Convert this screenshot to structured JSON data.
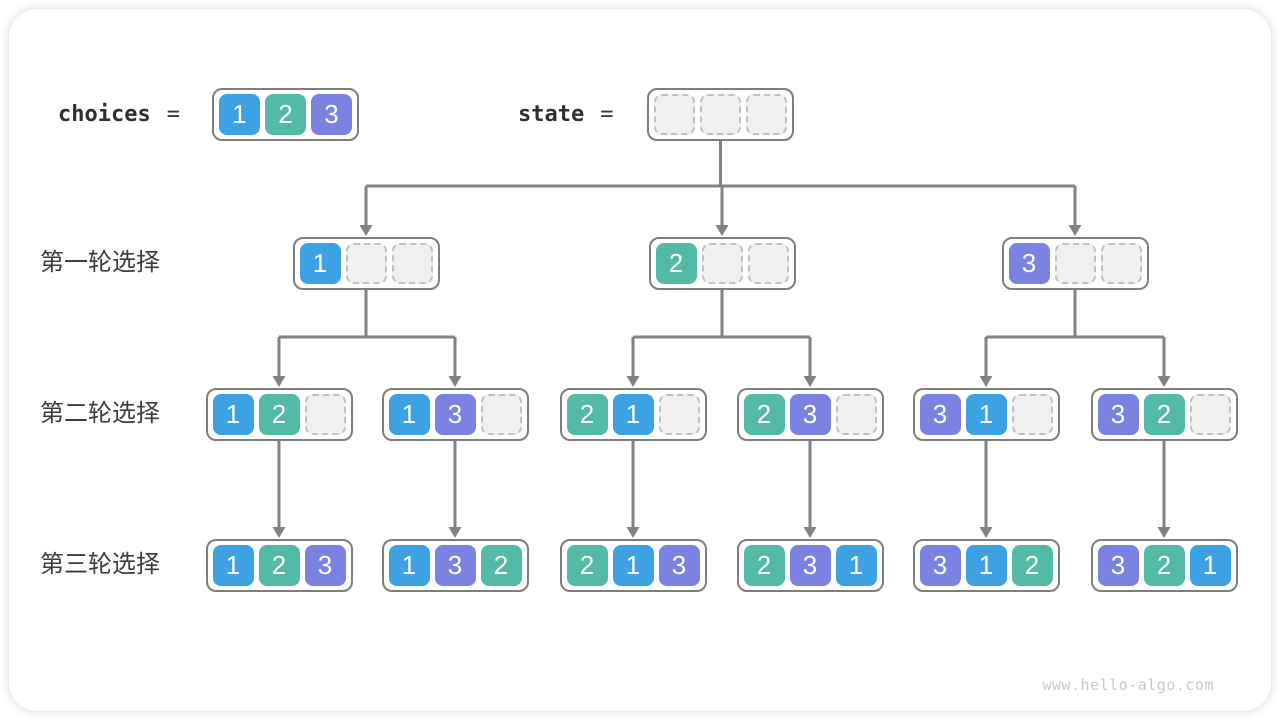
{
  "header": {
    "choices_label": "choices",
    "equals": "=",
    "choices_values": [
      1,
      2,
      3
    ],
    "state_label": "state",
    "state_values": [
      null,
      null,
      null
    ]
  },
  "rows": [
    {
      "label": "第一轮选择",
      "nodes": [
        [
          1,
          null,
          null
        ],
        [
          2,
          null,
          null
        ],
        [
          3,
          null,
          null
        ]
      ]
    },
    {
      "label": "第二轮选择",
      "nodes": [
        [
          1,
          2,
          null
        ],
        [
          1,
          3,
          null
        ],
        [
          2,
          1,
          null
        ],
        [
          2,
          3,
          null
        ],
        [
          3,
          1,
          null
        ],
        [
          3,
          2,
          null
        ]
      ]
    },
    {
      "label": "第三轮选择",
      "nodes": [
        [
          1,
          2,
          3
        ],
        [
          1,
          3,
          2
        ],
        [
          2,
          1,
          3
        ],
        [
          2,
          3,
          1
        ],
        [
          3,
          1,
          2
        ],
        [
          3,
          2,
          1
        ]
      ]
    }
  ],
  "colors": {
    "1": "#3DA2E3",
    "2": "#52BAA6",
    "3": "#7B82E2",
    "arrow": "#828282",
    "box_border": "#7E7E7E"
  },
  "watermark": "www.hello-algo.com"
}
